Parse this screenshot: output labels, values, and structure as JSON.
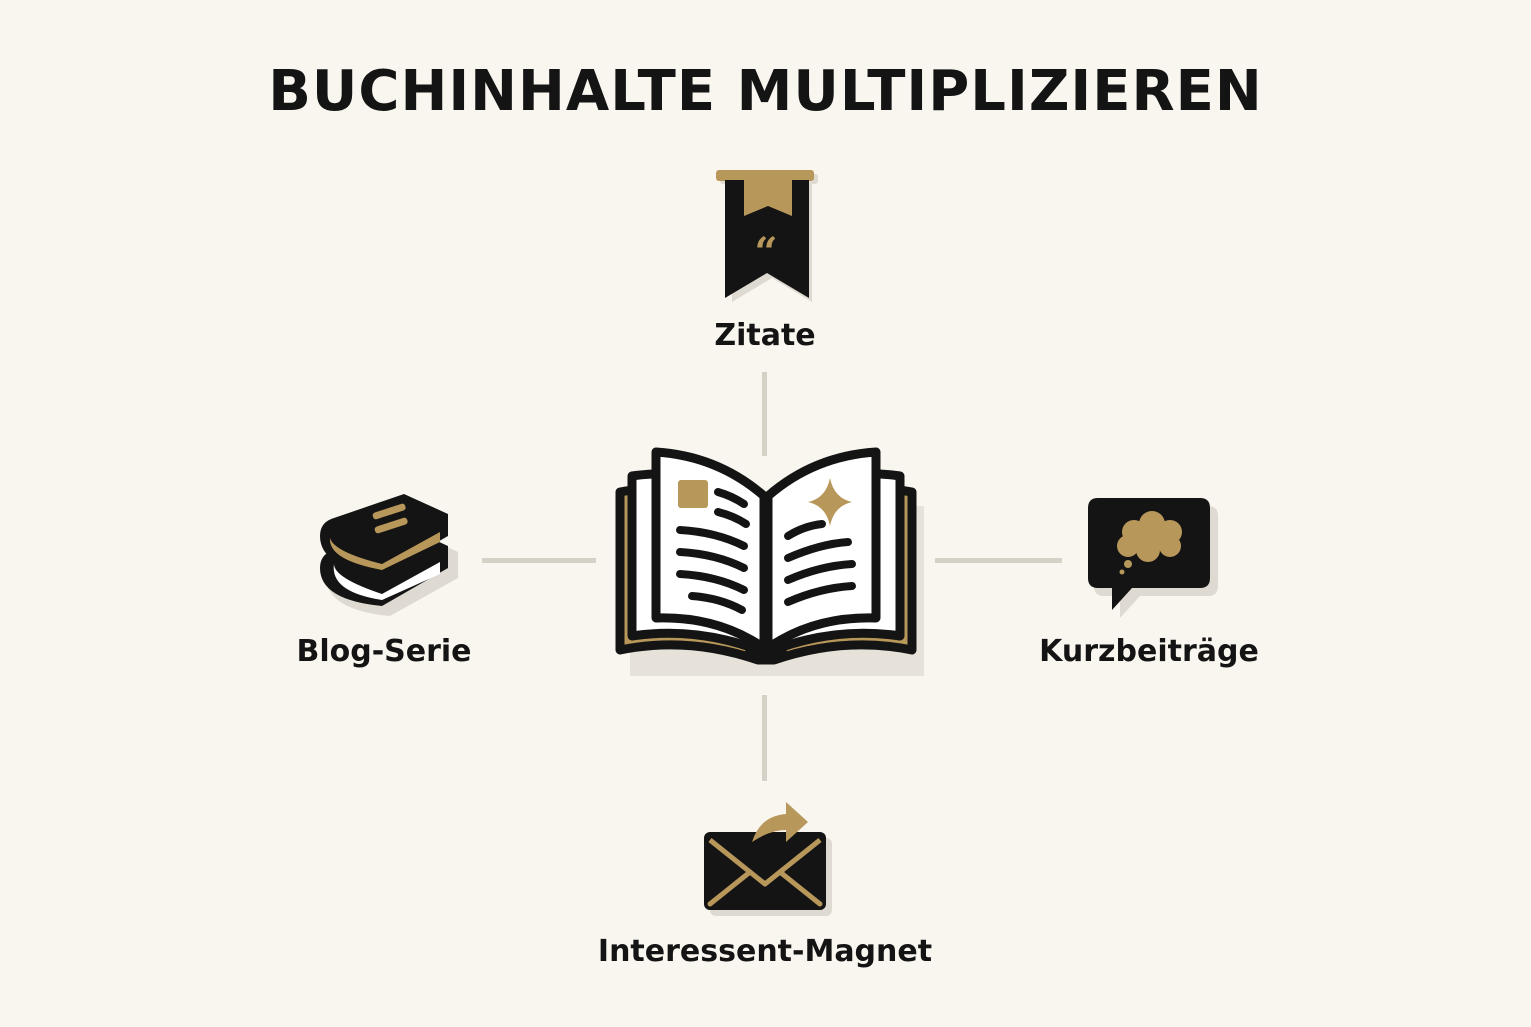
{
  "title": "BUCHINHALTE MULTIPLIZIEREN",
  "center": {
    "icon": "open-book-icon"
  },
  "nodes": {
    "top": {
      "label": "Zitate",
      "icon": "quote-bookmark-icon"
    },
    "left": {
      "label": "Blog-Serie",
      "icon": "book-stack-icon"
    },
    "right": {
      "label": "Kurzbeiträge",
      "icon": "thought-bubble-icon"
    },
    "bottom": {
      "label": "Interessent-Magnet",
      "icon": "envelope-share-icon"
    }
  },
  "colors": {
    "background": "#f9f6ef",
    "ink": "#141414",
    "gold": "#b8975a",
    "connector": "#d6d1c7"
  }
}
